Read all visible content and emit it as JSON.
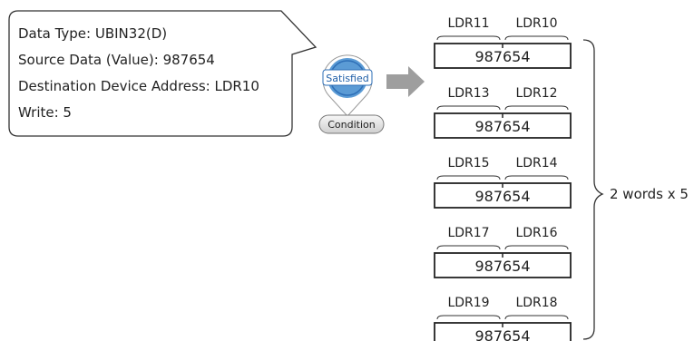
{
  "info_box": {
    "lines": [
      "Data Type: UBIN32(D)",
      "Source Data (Value): 987654",
      "Destination Device Address: LDR10",
      "Write: 5"
    ]
  },
  "condition": {
    "status": "Satisfied",
    "label": "Condition",
    "colors": {
      "ring": "#5b9bd5",
      "inner": "#2e6fb7",
      "arrow": "#9e9e9e"
    }
  },
  "registers": [
    {
      "upper": "LDR11",
      "lower": "LDR10",
      "value": "987654"
    },
    {
      "upper": "LDR13",
      "lower": "LDR12",
      "value": "987654"
    },
    {
      "upper": "LDR15",
      "lower": "LDR14",
      "value": "987654"
    },
    {
      "upper": "LDR17",
      "lower": "LDR16",
      "value": "987654"
    },
    {
      "upper": "LDR19",
      "lower": "LDR18",
      "value": "987654"
    }
  ],
  "summary": "2 words x 5"
}
